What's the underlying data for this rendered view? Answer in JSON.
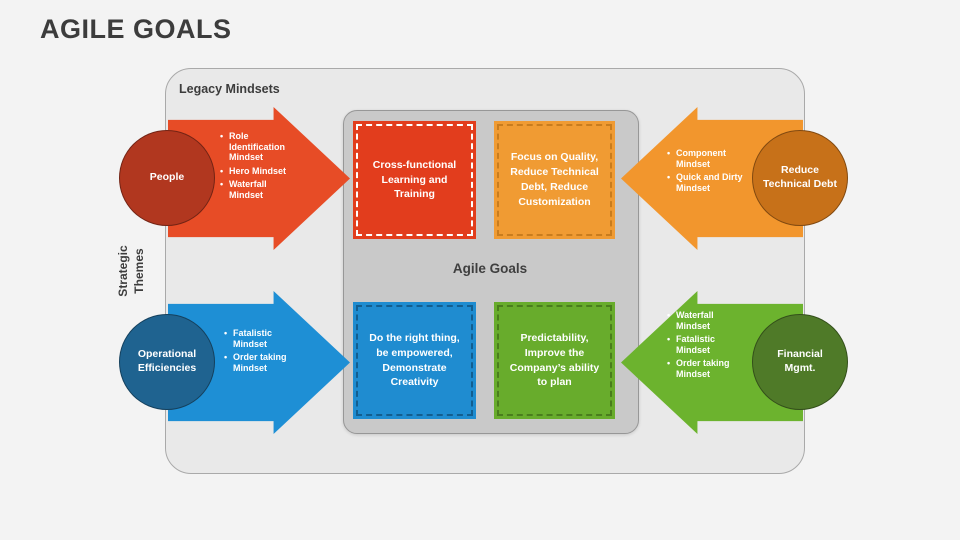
{
  "slide": {
    "title": "AGILE GOALS",
    "title_color": "#3C3C3C",
    "background_color": "#F3F3F3",
    "panel_fill": "#E9E9E9",
    "inner_panel_fill": "#C9C9C9"
  },
  "labels": {
    "legacy_mindsets": "Legacy Mindsets",
    "strategic_themes": "Strategic Themes",
    "agile_goals": "Agile Goals"
  },
  "themes": [
    {
      "name": "People",
      "side": "left",
      "circle_color": "#B1371F",
      "arrow_color": "#E74C26",
      "mindsets": [
        "Role Identification Mindset",
        "Hero Mindset",
        "Waterfall Mindset"
      ],
      "goal": "Cross-functional Learning and Training",
      "goal_fill": "#E23D1D",
      "goal_dash": "#FFFFFF"
    },
    {
      "name": "Reduce Technical Debt",
      "side": "right",
      "circle_color": "#C77119",
      "arrow_color": "#F2962D",
      "mindsets": [
        "Component Mindset",
        "Quick and Dirty Mindset"
      ],
      "goal": "Focus on Quality, Reduce Technical Debt, Reduce Customization",
      "goal_fill": "#F09B33",
      "goal_dash": "#C87C1E"
    },
    {
      "name": "Operational Efficiencies",
      "side": "left",
      "circle_color": "#1F6390",
      "arrow_color": "#1E8FD5",
      "mindsets": [
        "Fatalistic Mindset",
        "Order taking Mindset"
      ],
      "goal": "Do the right thing, be empowered, Demonstrate Creativity",
      "goal_fill": "#1F8CD0",
      "goal_dash": "#135E8F"
    },
    {
      "name": "Financial Mgmt.",
      "side": "right",
      "circle_color": "#4F7A28",
      "arrow_color": "#6CB32E",
      "mindsets": [
        "Waterfall Mindset",
        "Fatalistic Mindset",
        "Order taking Mindset"
      ],
      "goal": "Predictability, Improve the Company’s ability to plan",
      "goal_fill": "#68AC2C",
      "goal_dash": "#4A7D1D"
    }
  ]
}
